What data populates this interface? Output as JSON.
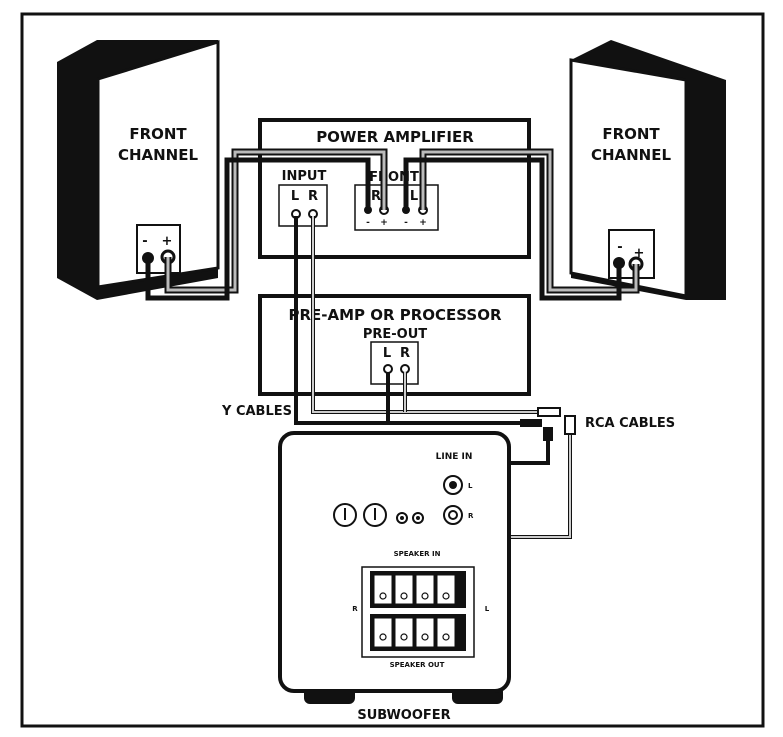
{
  "labels": {
    "front_channel_left_1": "FRONT",
    "front_channel_left_2": "CHANNEL",
    "front_channel_right_1": "FRONT",
    "front_channel_right_2": "CHANNEL",
    "power_amplifier": "POWER AMPLIFIER",
    "amp_input": "INPUT",
    "amp_front": "FRONT",
    "preamp": "PRE-AMP OR PROCESSOR",
    "pre_out": "PRE-OUT",
    "y_cables": "Y CABLES",
    "rca_cables": "RCA CABLES",
    "line_in": "LINE IN",
    "speaker_in": "SPEAKER IN",
    "speaker_out": "SPEAKER OUT",
    "subwoofer": "SUBWOOFER"
  },
  "terminals": {
    "minus": "-",
    "plus": "+",
    "l": "L",
    "r": "R"
  }
}
